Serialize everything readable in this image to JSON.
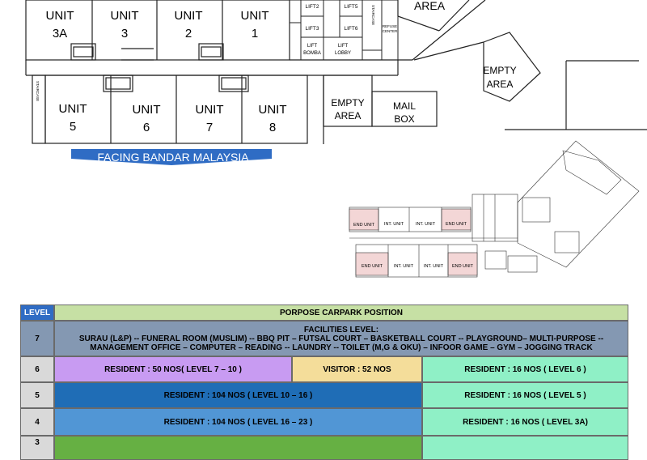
{
  "plan": {
    "units_top": [
      {
        "name": "UNIT",
        "num": "3A"
      },
      {
        "name": "UNIT",
        "num": "3"
      },
      {
        "name": "UNIT",
        "num": "2"
      },
      {
        "name": "UNIT",
        "num": "1"
      }
    ],
    "units_bottom": [
      {
        "name": "UNIT",
        "num": "5"
      },
      {
        "name": "UNIT",
        "num": "6"
      },
      {
        "name": "UNIT",
        "num": "7"
      },
      {
        "name": "UNIT",
        "num": "8"
      }
    ],
    "lifts": [
      "LIFT2",
      "LIFT3",
      "LIFT5",
      "LIFT6"
    ],
    "lift_bomba": [
      "LIFT",
      "BOMBA"
    ],
    "lift_lobby": [
      "LIFT",
      "LOBBY"
    ],
    "refuse_center": [
      "REFUSE",
      "CENTER"
    ],
    "staircase_label": "STAIRCASE",
    "area_top": "AREA",
    "empty_area_1": [
      "EMPTY",
      "AREA"
    ],
    "empty_area_2": [
      "EMPTY",
      "AREA"
    ],
    "mail_box": [
      "MAIL",
      "BOX"
    ],
    "banner": "FACING BANDAR MALAYSIA",
    "mini": {
      "top_units": [
        "END UNIT",
        "INT. UNIT",
        "INT. UNIT",
        "END UNIT"
      ],
      "bottom_units": [
        "END UNIT",
        "INT. UNIT",
        "INT. UNIT",
        "END UNIT"
      ]
    }
  },
  "table": {
    "header": {
      "level": "LEVEL",
      "title": "PORPOSE CARPARK POSITION"
    },
    "rows": [
      {
        "level": "7",
        "line1": "FACILITIES LEVEL:",
        "line2": "SURAU (L&P) -- FUNERAL ROOM (MUSLIM) -- BBQ PIT – FUTSAL COURT – BASKETBALL COURT -- PLAYGROUND– MULTI-PURPOSE --",
        "line3": "MANAGEMENT OFFICE – COMPUTER – READING -- LAUNDRY -- TOILET (M,G & OKU) – INFOOR GAME – GYM – JOGGING TRACK"
      },
      {
        "level": "6",
        "a": "RESIDENT : 50 NOS( LEVEL 7 – 10 )",
        "b": "VISITOR : 52 NOS",
        "c": "RESIDENT : 16 NOS ( LEVEL 6 )"
      },
      {
        "level": "5",
        "a": "RESIDENT : 104 NOS ( LEVEL 10 – 16 )",
        "c": "RESIDENT : 16 NOS ( LEVEL 5 )"
      },
      {
        "level": "4",
        "a": "RESIDENT : 104 NOS ( LEVEL 16 – 23 )",
        "c": "RESIDENT : 16 NOS ( LEVEL 3A)"
      },
      {
        "level": "3"
      }
    ],
    "colors": {
      "header": "#c6e0a4",
      "facilities": "#8498b2",
      "purple": "#c89bf2",
      "tan": "#f4dd9a",
      "mint": "#8ff0c6",
      "blue_dark": "#1f6db6",
      "blue_mid": "#5196d5",
      "green": "#66b043"
    }
  }
}
